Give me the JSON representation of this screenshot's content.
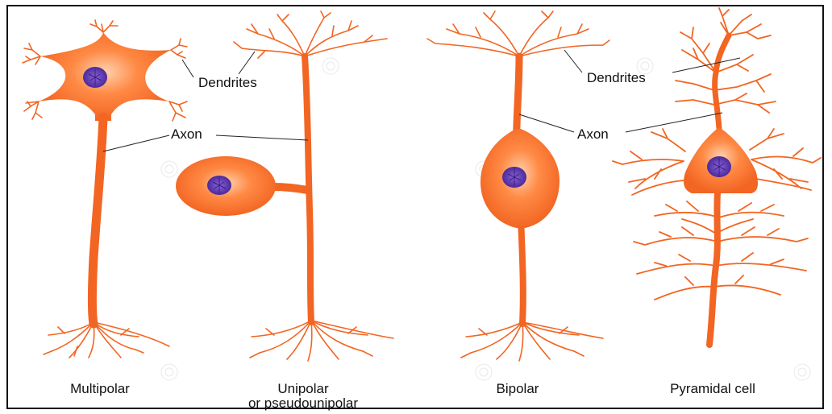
{
  "diagram": {
    "labels": {
      "dendrites_left": "Dendrites",
      "axon_left": "Axon",
      "dendrites_right": "Dendrites",
      "axon_right": "Axon"
    },
    "captions": {
      "multipolar": "Multipolar",
      "unipolar_line1": "Unipolar",
      "unipolar_line2": "or pseudounipolar",
      "bipolar": "Bipolar",
      "pyramidal": "Pyramidal cell"
    },
    "colors": {
      "neuron": "#f26522",
      "neuron_light": "#ffb27a",
      "nucleus": "#6a3fb5",
      "nucleus_core": "#3a1f80"
    }
  }
}
